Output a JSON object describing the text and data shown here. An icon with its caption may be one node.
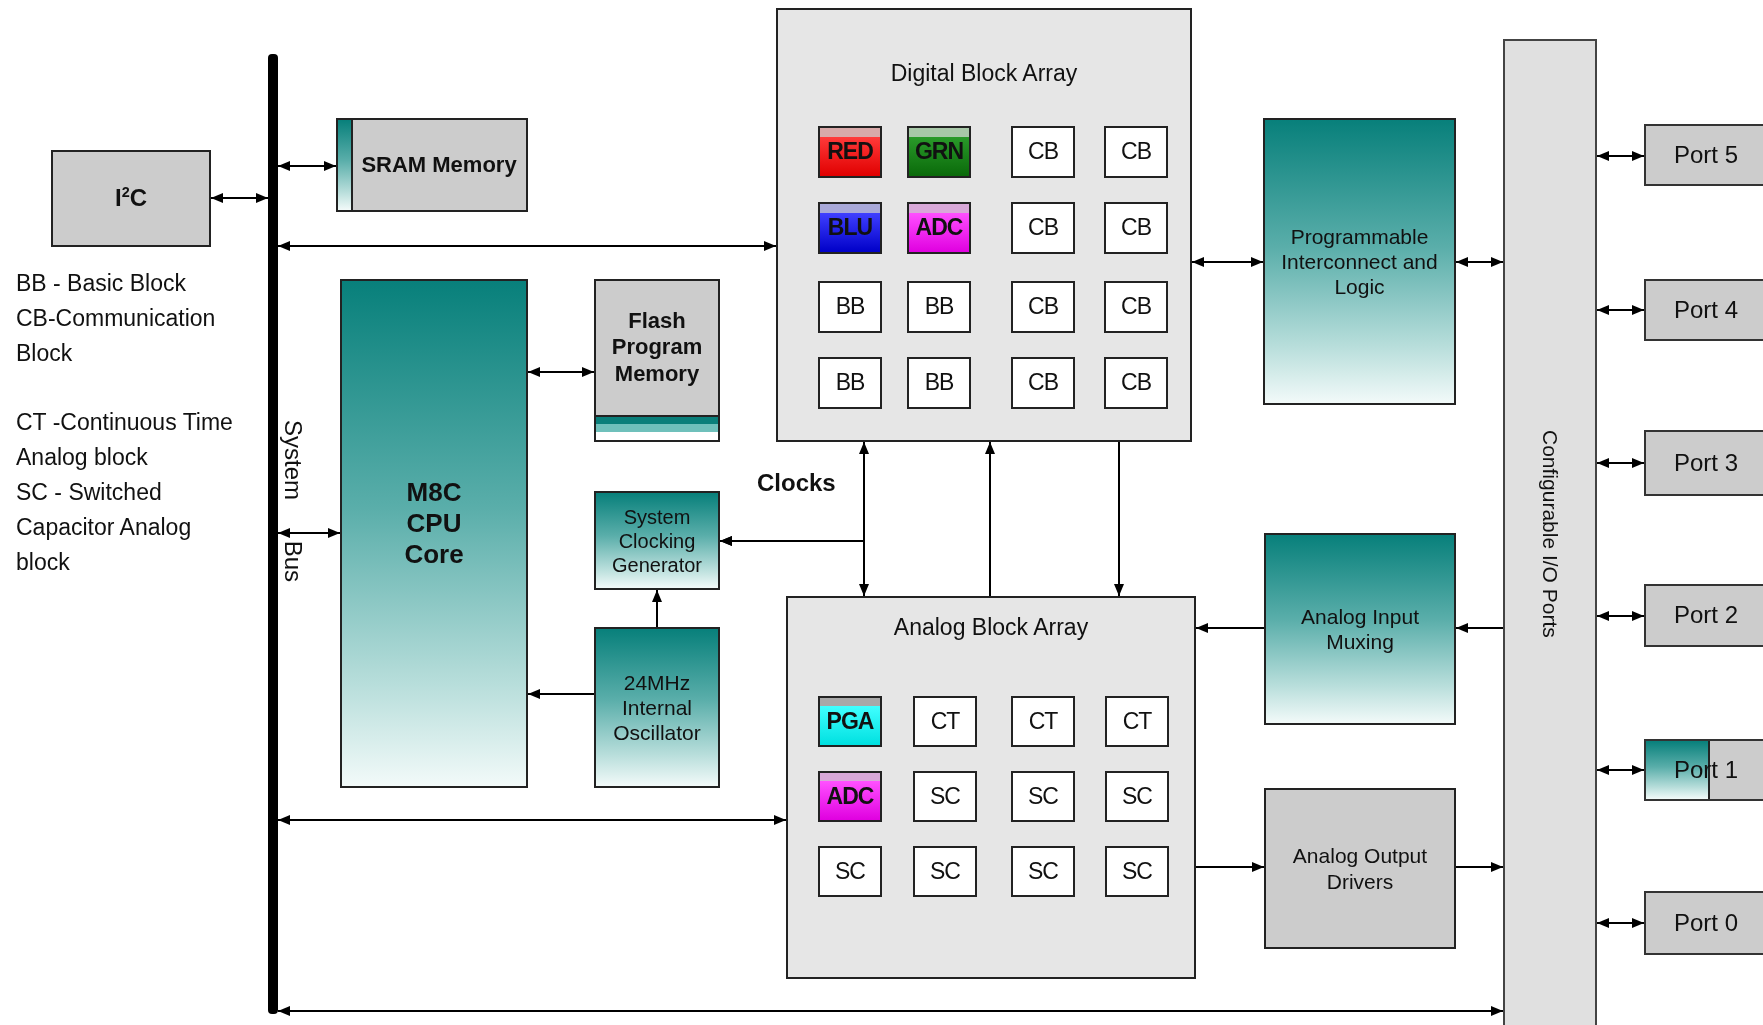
{
  "diagram": {
    "nodes": [
      {
        "text": [
          "I$^{2}$C"
        ]
      },
      {
        "text": [],
        "shape": "bar",
        "beside": [
          "System Bus"
        ]
      },
      {
        "text": [
          "SRAM Memory"
        ]
      },
      {
        "text": [
          "Digital Block Array"
        ]
      },
      {
        "text": [
          "RED"
        ],
        "in": 3
      },
      {
        "text": [
          "GRN"
        ],
        "in": 3
      },
      {
        "text": [
          "CB"
        ],
        "in": 3
      },
      {
        "text": [
          "CB"
        ],
        "in": 3
      },
      {
        "text": [
          "BLU"
        ],
        "in": 3
      },
      {
        "text": [
          "ADC"
        ],
        "in": 3
      },
      {
        "text": [
          "CB"
        ],
        "in": 3
      },
      {
        "text": [
          "CB"
        ],
        "in": 3
      },
      {
        "text": [
          "BB"
        ],
        "in": 3
      },
      {
        "text": [
          "BB"
        ],
        "in": 3
      },
      {
        "text": [
          "CB"
        ],
        "in": 3
      },
      {
        "text": [
          "CB"
        ],
        "in": 3
      },
      {
        "text": [
          "BB"
        ],
        "in": 3
      },
      {
        "text": [
          "BB"
        ],
        "in": 3
      },
      {
        "text": [
          "CB"
        ],
        "in": 3
      },
      {
        "text": [
          "CB"
        ],
        "in": 3
      },
      {
        "text": [
          "Programmable Interconnect and Logic"
        ]
      },
      {
        "text": [
          "Configurable I/O Ports"
        ]
      },
      {
        "text": [
          "Port 5"
        ]
      },
      {
        "text": [
          "Port 4"
        ]
      },
      {
        "text": [
          "Port 3"
        ]
      },
      {
        "text": [
          "Port 2"
        ]
      },
      {
        "text": [
          "Port 1"
        ]
      },
      {
        "text": [
          "Port 0"
        ]
      },
      {
        "text": [
          "M8C CPU Core"
        ]
      },
      {
        "text": [
          "Flash Program Memory"
        ]
      },
      {
        "text": [
          "System Clocking Generator"
        ]
      },
      {
        "text": [
          "24MHz Internal Oscillator"
        ]
      },
      {
        "text": [
          "Analog Block Array"
        ]
      },
      {
        "text": [
          "PGA"
        ],
        "in": 32
      },
      {
        "text": [
          "CT"
        ],
        "in": 32
      },
      {
        "text": [
          "CT"
        ],
        "in": 32
      },
      {
        "text": [
          "CT"
        ],
        "in": 32
      },
      {
        "text": [
          "ADC"
        ],
        "in": 32
      },
      {
        "text": [
          "SC"
        ],
        "in": 32
      },
      {
        "text": [
          "SC"
        ],
        "in": 32
      },
      {
        "text": [
          "SC"
        ],
        "in": 32
      },
      {
        "text": [
          "SC"
        ],
        "in": 32
      },
      {
        "text": [
          "SC"
        ],
        "in": 32
      },
      {
        "text": [
          "SC"
        ],
        "in": 32
      },
      {
        "text": [
          "SC"
        ],
        "in": 32
      },
      {
        "text": [
          "Analog Input Muxing"
        ]
      },
      {
        "text": [
          "Analog Output Drivers"
        ]
      }
    ],
    "edges": [
      {
        "from": 0,
        "to": 1,
        "arrow": "both"
      },
      {
        "from": 1,
        "to": 2,
        "arrow": "both"
      },
      {
        "from": 1,
        "to": 3,
        "arrow": "both"
      },
      {
        "from": 1,
        "to": 28,
        "arrow": "both"
      },
      {
        "from": 28,
        "to": 29,
        "arrow": "both"
      },
      {
        "from": 1,
        "to": 32,
        "arrow": "both"
      },
      {
        "from": 1,
        "to": 21,
        "arrow": "both"
      },
      {
        "from": 3,
        "to": 20,
        "arrow": "both"
      },
      {
        "from": 20,
        "to": 21,
        "arrow": "both"
      },
      {
        "from": 21,
        "to": 45,
        "arrow": "to"
      },
      {
        "from": 45,
        "to": 32,
        "arrow": "to"
      },
      {
        "from": 32,
        "to": 46,
        "arrow": "to"
      },
      {
        "from": 46,
        "to": 21,
        "arrow": "to"
      },
      {
        "from": 21,
        "to": 22,
        "arrow": "both"
      },
      {
        "from": 21,
        "to": 23,
        "arrow": "both"
      },
      {
        "from": 21,
        "to": 24,
        "arrow": "both"
      },
      {
        "from": 21,
        "to": 25,
        "arrow": "both"
      },
      {
        "from": 21,
        "to": 26,
        "arrow": "both"
      },
      {
        "from": 21,
        "to": 27,
        "arrow": "both"
      },
      {
        "from": 31,
        "to": 30,
        "arrow": "to"
      },
      {
        "from": 31,
        "to": 28,
        "arrow": "to"
      },
      {
        "from": 30,
        "to": 3,
        "arrow": "both"
      },
      {
        "from": 30,
        "to": 32,
        "arrow": "both"
      },
      {
        "from": 32,
        "to": 3,
        "arrow": "to"
      },
      {
        "from": 3,
        "to": 32,
        "arrow": "to"
      }
    ],
    "labels": [
      "BB - Basic Block",
      "CB-Communication Block",
      "CT -Continuous Time Analog block",
      "SC - Switched Capacitor Analog block",
      "Clocks"
    ]
  }
}
